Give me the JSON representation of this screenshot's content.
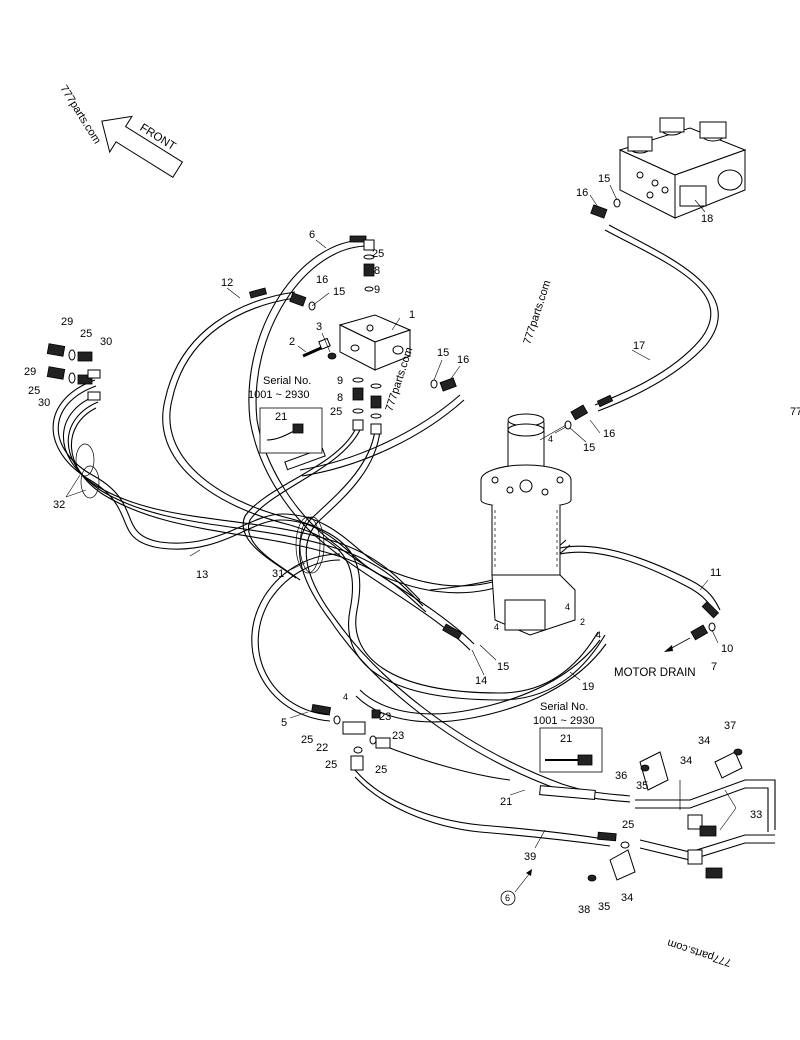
{
  "watermarks": {
    "top_left": "777parts.com",
    "middle": "777parts.com",
    "center": "777parts.com",
    "bottom_right": "777parts.com",
    "edge": "77"
  },
  "front_arrow": "FRONT",
  "motor_drain": "MOTOR DRAIN",
  "serial_box_1": {
    "title": "Serial No.",
    "range": "1001 ~ 2930",
    "part": "21"
  },
  "serial_box_2": {
    "title": "Serial No.",
    "range": "1001 ~ 2930",
    "part": "21"
  },
  "callout_circle": "6",
  "labels": {
    "l1": "1",
    "l2": "2",
    "l3": "3",
    "l4a": "4",
    "l4b": "4",
    "l4c": "4",
    "l4d": "4",
    "l4e": "4",
    "l5": "5",
    "l6": "6",
    "l7": "7",
    "l8a": "8",
    "l8b": "8",
    "l9a": "9",
    "l9b": "9",
    "l10": "10",
    "l11": "11",
    "l12": "12",
    "l13": "13",
    "l14": "14",
    "l15a": "15",
    "l15b": "15",
    "l15c": "15",
    "l15d": "15",
    "l15e": "15",
    "l16a": "16",
    "l16b": "16",
    "l16c": "16",
    "l16d": "16",
    "l17": "17",
    "l18": "18",
    "l19": "19",
    "l21": "21",
    "l22": "22",
    "l23": "23",
    "l25a": "25",
    "l25b": "25",
    "l25c": "25",
    "l25d": "25",
    "l25e": "25",
    "l25f": "25",
    "l25g": "25",
    "l25h": "25",
    "l29a": "29",
    "l29b": "29",
    "l30a": "30",
    "l30b": "30",
    "l31": "31",
    "l32": "32",
    "l33": "33",
    "l34a": "34",
    "l34b": "34",
    "l34c": "34",
    "l35a": "35",
    "l35b": "35",
    "l36": "36",
    "l37": "37",
    "l38": "38",
    "l39": "39",
    "l2a": "2"
  }
}
